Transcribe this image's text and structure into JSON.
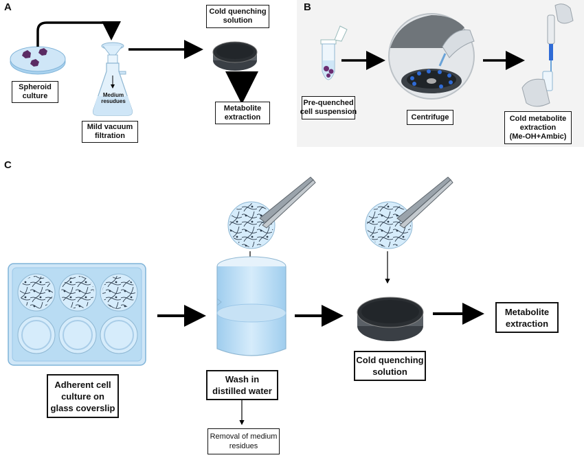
{
  "panel_a": {
    "letter": "A",
    "spheroid_culture": [
      "Spheroid",
      "culture"
    ],
    "flask_label": [
      "Medium",
      "resudues"
    ],
    "mild_vacuum_filtration": [
      "Mild vacuum",
      "filtration"
    ],
    "cold_quenching_solution": [
      "Cold quenching",
      "solution"
    ],
    "metabolite_extraction": [
      "Metabolite",
      "extraction"
    ]
  },
  "panel_b": {
    "letter": "B",
    "pre_quenched": [
      "Pre-quenched",
      "cell suspension"
    ],
    "centrifuge": "Centrifuge",
    "cold_metabolite": [
      "Cold metabolite",
      "extraction",
      "(Me-OH+Ambic)"
    ]
  },
  "panel_c": {
    "letter": "C",
    "adherent": [
      "Adherent cell",
      "culture on",
      "glass coverslip"
    ],
    "wash": [
      "Wash in",
      "distilled water"
    ],
    "removal": [
      "Removal of medium",
      "residues"
    ],
    "cold_quenching_solution": [
      "Cold quenching",
      "solution"
    ],
    "metabolite_extraction": [
      "Metabolite",
      "extraction"
    ]
  },
  "colors": {
    "arrow": "#000000",
    "dish_blue": "#cfe6f7",
    "dish_dark": "#2b2f33",
    "spheroid": "#5b2b63",
    "glove": "#d8dde2",
    "liquid": "#b9dcf3"
  }
}
